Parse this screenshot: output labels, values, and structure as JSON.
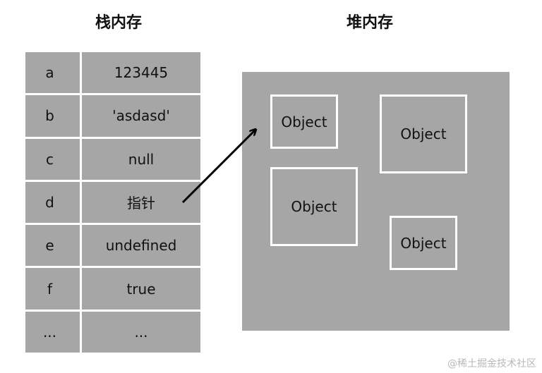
{
  "stack": {
    "title": "栈内存",
    "rows": [
      {
        "key": "a",
        "value": "123445"
      },
      {
        "key": "b",
        "value": "'asdasd'"
      },
      {
        "key": "c",
        "value": "null"
      },
      {
        "key": "d",
        "value": "指针"
      },
      {
        "key": "e",
        "value": "undefined"
      },
      {
        "key": "f",
        "value": "true"
      },
      {
        "key": "...",
        "value": "..."
      }
    ]
  },
  "heap": {
    "title": "堆内存",
    "objects": [
      "Object",
      "Object",
      "Object",
      "Object"
    ]
  },
  "watermark": "@稀土掘金技术社区",
  "colors": {
    "cell_fill": "#a6a6a6",
    "object_border": "#ffffff",
    "arrow": "#000000"
  }
}
